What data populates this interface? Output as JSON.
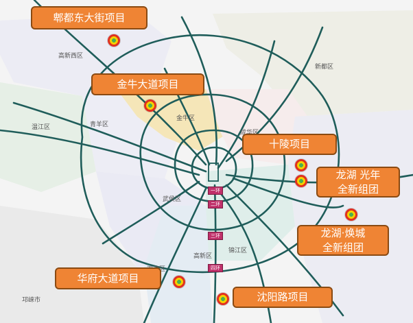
{
  "projects": [
    {
      "id": "pidu",
      "lines": [
        "郫都东大街项目"
      ]
    },
    {
      "id": "jinniu",
      "lines": [
        "金牛大道项目"
      ]
    },
    {
      "id": "shiling",
      "lines": [
        "十陵项目"
      ]
    },
    {
      "id": "longhu-guangnian",
      "lines": [
        "龙湖 光年",
        "全新组团"
      ]
    },
    {
      "id": "longhu-huancheng",
      "lines": [
        "龙湖·焕城",
        "全新组团"
      ]
    },
    {
      "id": "huafu",
      "lines": [
        "华府大道项目"
      ]
    },
    {
      "id": "shenyang",
      "lines": [
        "沈阳路项目"
      ]
    }
  ],
  "districts": [
    "高新西区",
    "新都区",
    "温江区",
    "青羊区",
    "金牛区",
    "成华区",
    "武侯区",
    "锦江区",
    "高新区",
    "双流区",
    "邛崃市"
  ],
  "rings": [
    "一环",
    "二环",
    "三环",
    "四环"
  ],
  "colors": {
    "callout": "#ef8434",
    "road": "#1f5d5a",
    "ring_badge": "#c0306a",
    "marker_outer": "#e03020",
    "marker_mid": "#f5d000",
    "marker_inner": "#4caf50"
  },
  "marker_count": 7
}
